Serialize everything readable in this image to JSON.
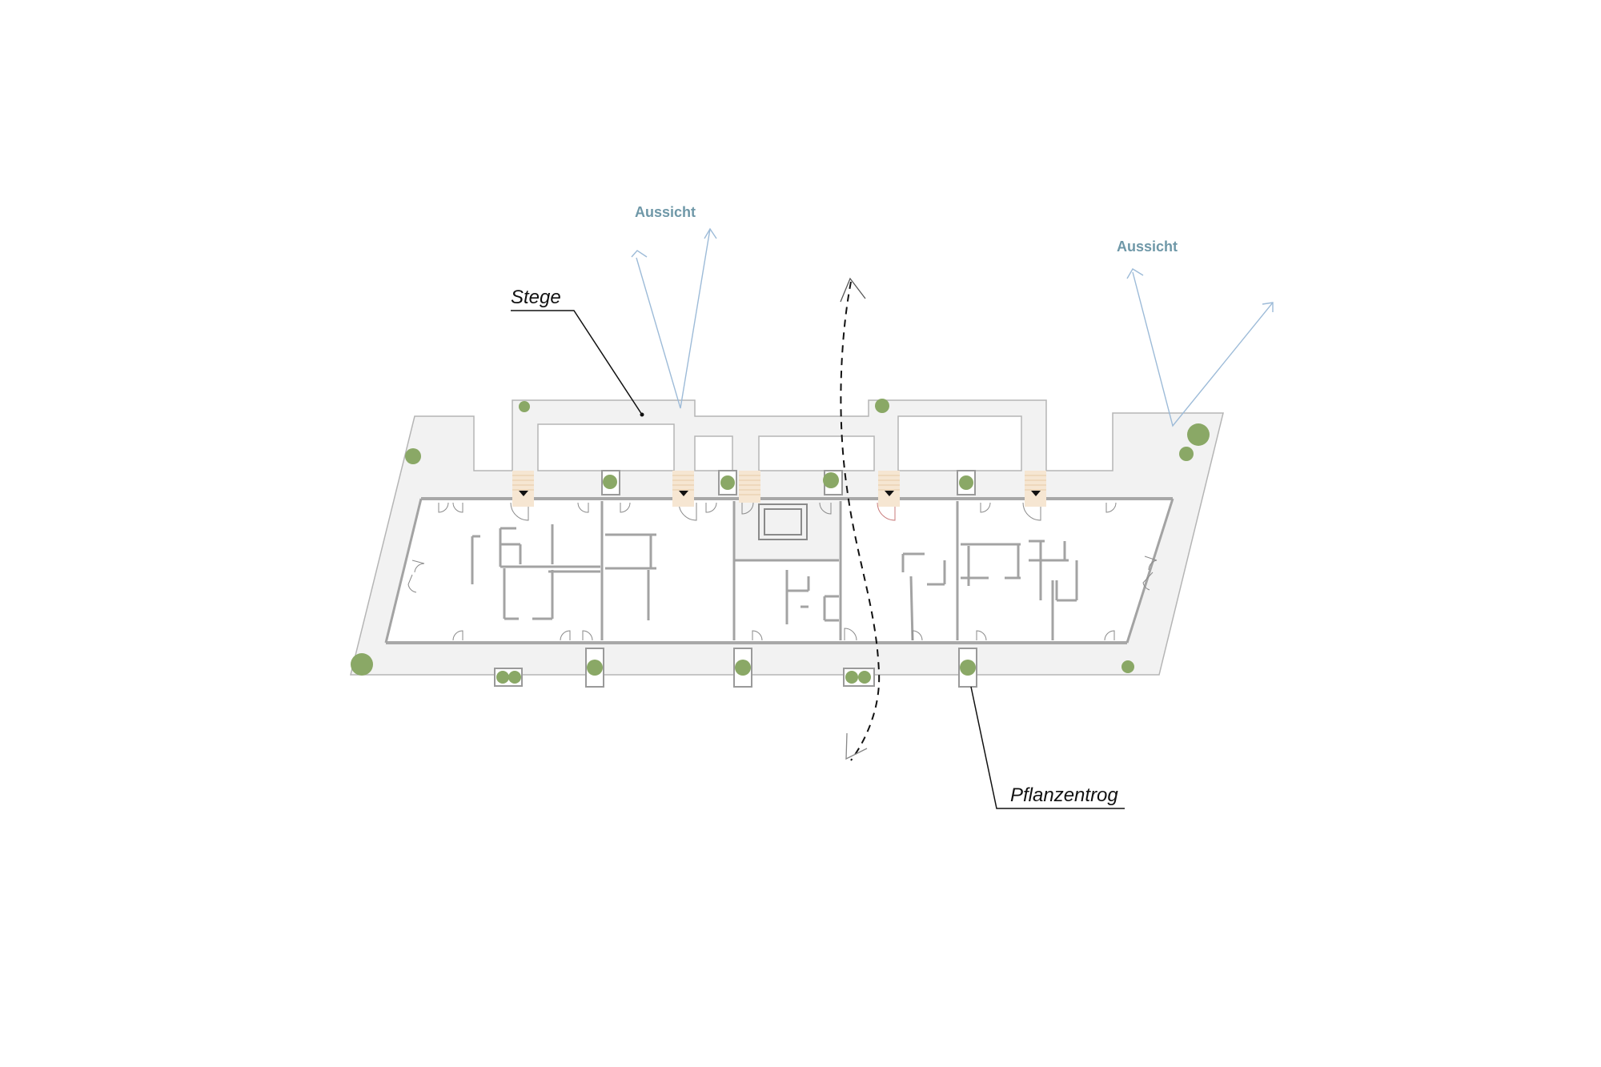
{
  "drawing": {
    "type": "architectural floor plan",
    "labels": {
      "view_left": "Aussicht",
      "view_right": "Aussicht",
      "walkways": "Stege",
      "planter": "Pflanzentrog"
    },
    "colors": {
      "view_label": "#6f98a8",
      "view_arrow": "#9dbbd8",
      "deck_fill": "#f2f2f2",
      "wall": "#a3a3a3",
      "plant": "#8aa866",
      "stair": "#f6e6d2",
      "callout": "#111111"
    },
    "entrances": 5,
    "elements": [
      "terrace deck (Stege)",
      "building interior with rooms",
      "planter troughs (Pflanzentrog)",
      "stair ramps with entrance arrows",
      "dashed circulation path",
      "view arrows (Aussicht)"
    ]
  }
}
